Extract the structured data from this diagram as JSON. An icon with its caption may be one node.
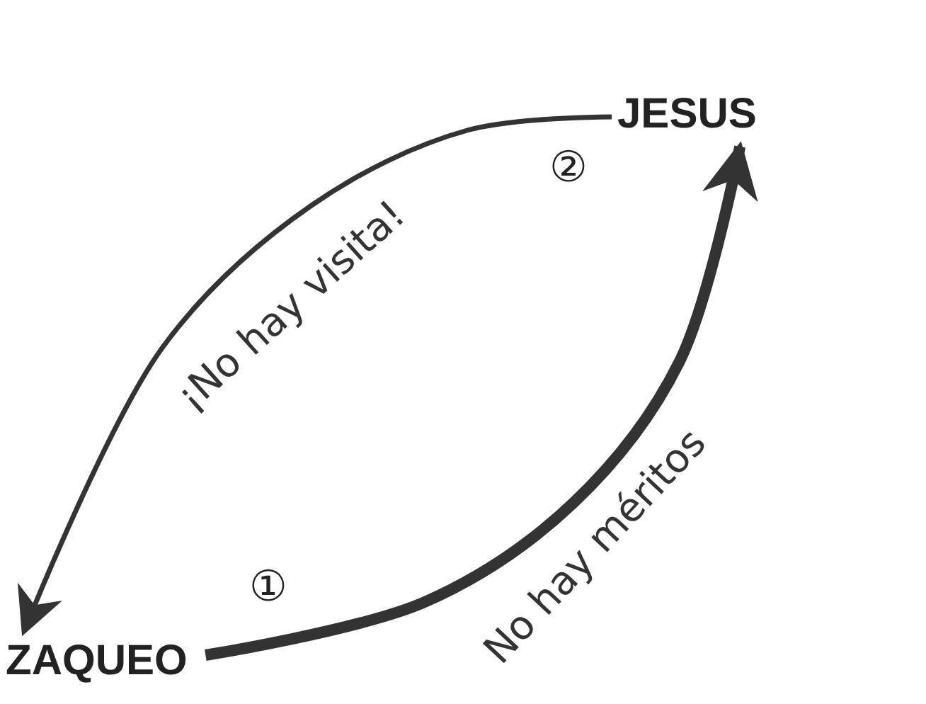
{
  "diagram": {
    "nodes": [
      {
        "text": [
          "JESUS"
        ]
      },
      {
        "text": [
          "ZAQUEO"
        ]
      }
    ],
    "edges": [
      {
        "from": 0,
        "to": 1,
        "arrow": "to",
        "label": "¡No hay visita!"
      },
      {
        "from": 1,
        "to": 0,
        "arrow": "to",
        "label": "No hay méritos",
        "style": "thick"
      }
    ],
    "labels": [
      "②",
      "①"
    ]
  }
}
